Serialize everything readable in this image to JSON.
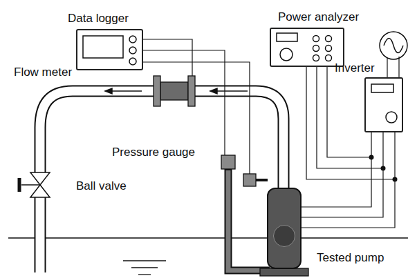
{
  "diagram": {
    "nodes": [
      {
        "text": [
          "Data logger"
        ]
      },
      {
        "text": [
          "Power analyzer"
        ]
      },
      {
        "text": [
          "Inverter"
        ]
      },
      {
        "text": [
          "Tested pump"
        ]
      }
    ],
    "edges": [
      {
        "from": 2,
        "to": 3,
        "arrow": "none"
      },
      {
        "from": 1,
        "to": 3,
        "arrow": "none"
      }
    ],
    "labels": [
      "Flow meter",
      "Pressure gauge",
      "Ball valve"
    ]
  }
}
